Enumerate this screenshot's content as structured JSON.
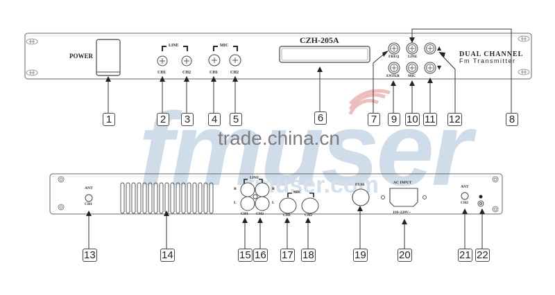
{
  "front_panel": {
    "model": "CZH-205A",
    "power_label": "POWER",
    "line_group_label": "LINE",
    "mic_group_label": "MIC",
    "line_ch1": "CH1",
    "line_ch2": "CH2",
    "mic_ch1": "CH1",
    "mic_ch2": "CH2",
    "freq_label": "FREQ",
    "line_button_label": "LINE",
    "enter_label": "ENTER",
    "mic_button_label": "MIC",
    "up_arrow": "▲",
    "down_arrow": "▼",
    "brand_line1": "DUAL CHANNEL",
    "brand_line2": "Fm Transmitter"
  },
  "rear_panel": {
    "ant_ch1_label_top": "ANT",
    "ant_ch1_label_bottom": "CH1",
    "line_group_label": "LINE",
    "line_r_left": "R",
    "line_r_right": "R",
    "line_l_left": "L",
    "line_l_right": "L",
    "line_ch1": "CH1",
    "line_ch2": "CH2",
    "mic_group_label": "MIC",
    "mic_ch1": "CH1",
    "mic_ch2": "CH2",
    "fuse_label": "FUSE",
    "ac_input_label": "AC INPUT",
    "ac_voltage": "110~220V~",
    "ant_ch2_label_top": "ANT",
    "ant_ch2_label_bottom": "CH2"
  },
  "callouts": {
    "front": [
      "1",
      "2",
      "3",
      "4",
      "5",
      "6",
      "7",
      "9",
      "10",
      "11",
      "12",
      "8"
    ],
    "rear": [
      "13",
      "14",
      "15",
      "16",
      "17",
      "18",
      "19",
      "20",
      "21",
      "22"
    ]
  },
  "watermarks": {
    "brand": "fmuser",
    "site": "trade.china.cn",
    "domain": "fmuser.com"
  },
  "colors": {
    "line": "#333333",
    "panel_border": "#555555",
    "watermark_blue": "#c7d6e6",
    "watermark_red": "#e8a0a0"
  }
}
